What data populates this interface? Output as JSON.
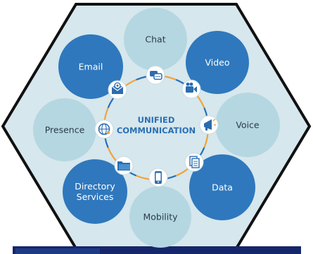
{
  "center": {
    "line1": "UNIFIED",
    "line2": "COMMUNICATION"
  },
  "nodes": [
    {
      "id": "chat",
      "lines": [
        "Chat"
      ],
      "style": "light",
      "icon": "chat-bubbles-icon"
    },
    {
      "id": "video",
      "lines": [
        "Video"
      ],
      "style": "dark",
      "icon": "video-camera-icon"
    },
    {
      "id": "voice",
      "lines": [
        "Voice"
      ],
      "style": "light",
      "icon": "megaphone-icon"
    },
    {
      "id": "data",
      "lines": [
        "Data"
      ],
      "style": "dark",
      "icon": "documents-icon"
    },
    {
      "id": "mobility",
      "lines": [
        "Mobility"
      ],
      "style": "light",
      "icon": "mobile-phone-icon"
    },
    {
      "id": "directory-services",
      "lines": [
        "Directory",
        "Services"
      ],
      "style": "dark",
      "icon": "folder-icon"
    },
    {
      "id": "presence",
      "lines": [
        "Presence"
      ],
      "style": "light",
      "icon": "globe-network-icon"
    },
    {
      "id": "email",
      "lines": [
        "Email"
      ],
      "style": "dark",
      "icon": "envelope-at-icon"
    }
  ],
  "colors": {
    "dark_circle": "#2f78bd",
    "light_circle": "#b5d7e1",
    "hexagon_fill": "#d6e7ed",
    "hexagon_stroke": "#111111",
    "ring_orange": "#f2a23a",
    "ring_blue": "#2a6fb5",
    "icon_blue": "#2b6cb0",
    "center_text": "#2a6fb5",
    "light_text": "#2a3a4a",
    "dark_text": "#ffffff",
    "bottom_bar": "#16266b"
  }
}
